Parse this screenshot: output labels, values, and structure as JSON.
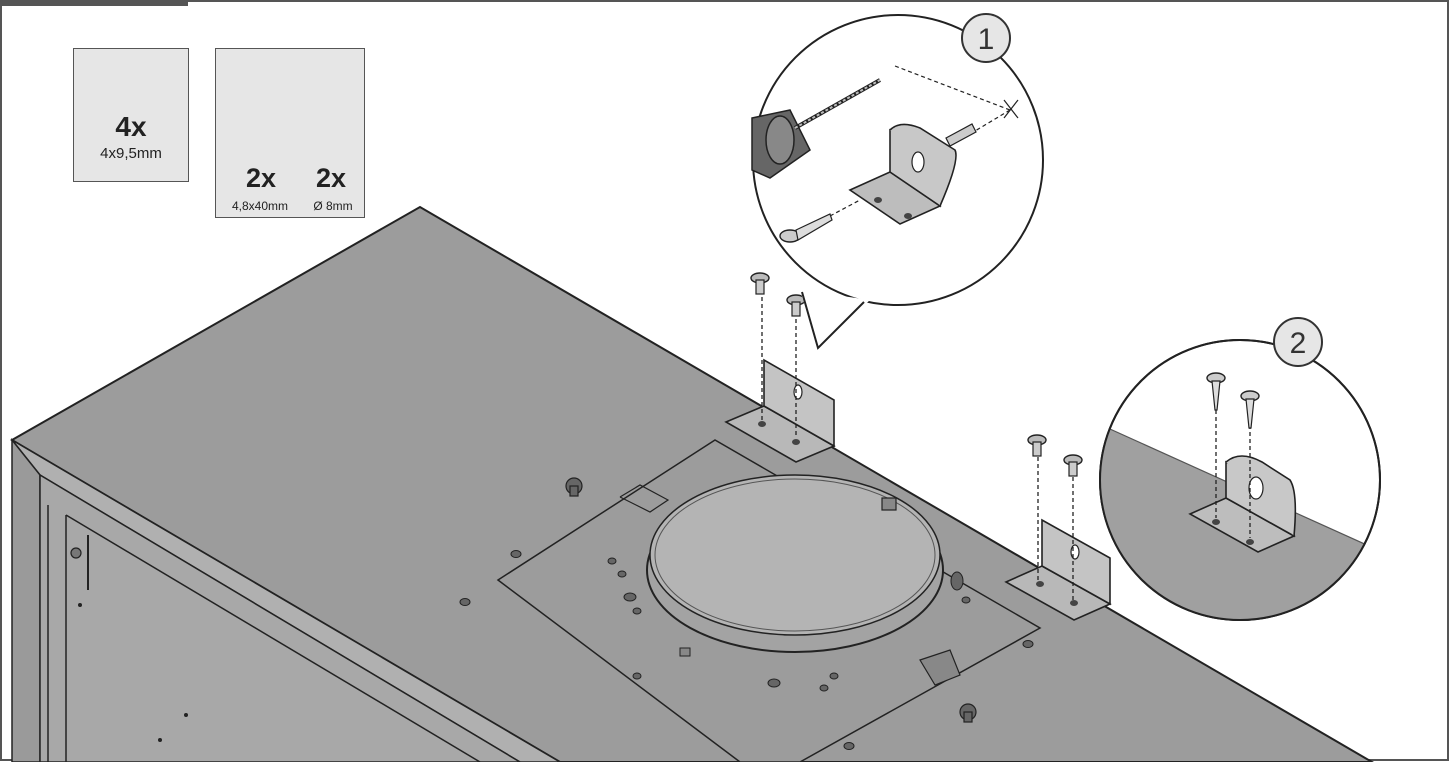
{
  "parts": {
    "box1": {
      "qty": "4x",
      "spec": "4x9,5mm",
      "icon": "machine-screw-icon"
    },
    "box2": [
      {
        "qty": "2x",
        "spec": "4,8x40mm",
        "icon": "wood-screw-icon"
      },
      {
        "qty": "2x",
        "spec": "Ø 8mm",
        "icon": "wall-plug-icon"
      }
    ]
  },
  "steps": [
    {
      "number": "1"
    },
    {
      "number": "2"
    }
  ],
  "colors": {
    "cabinet_top": "#9a9a9a",
    "cabinet_side": "#a7a7a7",
    "bracket": "#b5b5b5",
    "outline": "#222222",
    "parts_box_bg": "#e6e6e6"
  }
}
